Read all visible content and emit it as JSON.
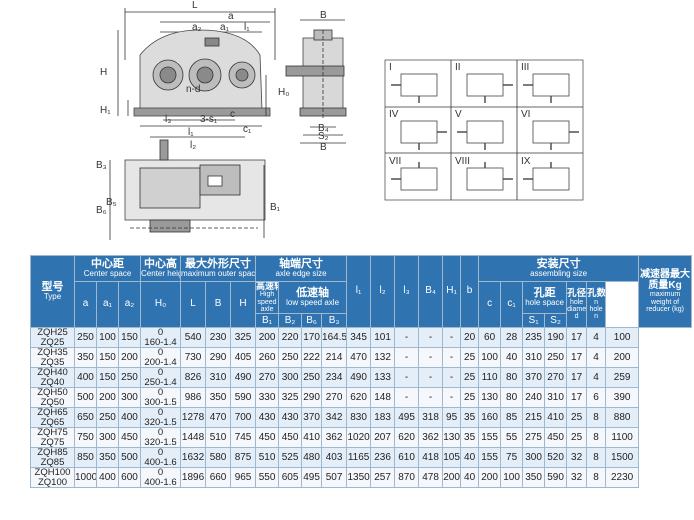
{
  "drawing_labels": {
    "L": "L",
    "a": "a",
    "a2": "a₂",
    "a1": "a₁",
    "l1_top": "l₁",
    "H": "H",
    "nd": "n-d",
    "H0": "H₀",
    "H1": "H₁",
    "l3": "l₃",
    "s3": "3-s₁",
    "c": "c",
    "c1": "c₁",
    "l1": "l₁",
    "l2": "l₂",
    "B_side": "B",
    "B4": "B₄",
    "S2": "S₂",
    "B_bottom": "B",
    "B3": "B₃",
    "B6": "B₆",
    "B5": "B₅",
    "B1": "B₁",
    "assembly_forms": [
      "I",
      "II",
      "III",
      "IV",
      "V",
      "VI",
      "VII",
      "VIII",
      "IX"
    ]
  },
  "table": {
    "headers": {
      "type_cn": "型号",
      "type_en": "Type",
      "center_cn": "中心距",
      "center_en": "Center space",
      "height_cn": "中心高",
      "height_en": "Center height",
      "outer_cn": "最大外形尺寸",
      "outer_en": "maximum outer space",
      "axle_cn": "轴端尺寸",
      "axle_en": "axle edge size",
      "high_cn": "高速轴",
      "high_en": "High speed axle",
      "low_cn": "低速轴",
      "low_en": "low speed axle",
      "assembly_cn": "安装尺寸",
      "assembly_en": "assembling size",
      "holespace_cn": "孔距",
      "holespace_en": "hole space",
      "holedia_cn": "孔径",
      "holedia_en": "hole diameter d",
      "holenum_cn": "孔数",
      "holenum_en": "n hole n",
      "weight_cn": "减速器最大质量Kg",
      "weight_en": "maximum weight of reducer (kg)",
      "sym": {
        "a": "a",
        "a1": "a₁",
        "a2": "a₂",
        "H0": "H₀",
        "L": "L",
        "B": "B",
        "H": "H",
        "B1": "B₁",
        "B2": "B₂",
        "B6": "B₆",
        "B3": "B₃",
        "l1": "l₁",
        "l2": "l₂",
        "l3": "l₃",
        "B4": "B₄",
        "H1": "H₁",
        "b": "b",
        "c": "c",
        "c1": "c₁",
        "S1": "S₁",
        "S2": "S₂"
      }
    },
    "rows": [
      {
        "t1": "ZQH25",
        "t2": "ZQ25",
        "a": "250",
        "a1": "100",
        "a2": "150",
        "h0a": "0",
        "h0b": "160-1.4",
        "L": "540",
        "B": "230",
        "H": "325",
        "B1": "200",
        "B2": "220",
        "B6": "170",
        "B3": "164.5",
        "l1": "345",
        "l2": "101",
        "l3": "-",
        "B4": "-",
        "H1": "-",
        "b": "20",
        "c": "60",
        "c1": "28",
        "S1": "235",
        "S2": "190",
        "d": "17",
        "n": "4",
        "kg": "100"
      },
      {
        "t1": "ZQH35",
        "t2": "ZQ35",
        "a": "350",
        "a1": "150",
        "a2": "200",
        "h0a": "0",
        "h0b": "200-1.4",
        "L": "730",
        "B": "290",
        "H": "405",
        "B1": "260",
        "B2": "250",
        "B6": "222",
        "B3": "214",
        "l1": "470",
        "l2": "132",
        "l3": "-",
        "B4": "-",
        "H1": "-",
        "b": "25",
        "c": "100",
        "c1": "40",
        "S1": "310",
        "S2": "250",
        "d": "17",
        "n": "4",
        "kg": "200"
      },
      {
        "t1": "ZQH40",
        "t2": "ZQ40",
        "a": "400",
        "a1": "150",
        "a2": "250",
        "h0a": "0",
        "h0b": "250-1.4",
        "L": "826",
        "B": "310",
        "H": "490",
        "B1": "270",
        "B2": "300",
        "B6": "250",
        "B3": "234",
        "l1": "490",
        "l2": "133",
        "l3": "-",
        "B4": "-",
        "H1": "-",
        "b": "25",
        "c": "110",
        "c1": "80",
        "S1": "370",
        "S2": "270",
        "d": "17",
        "n": "4",
        "kg": "259"
      },
      {
        "t1": "ZQH50",
        "t2": "ZQ50",
        "a": "500",
        "a1": "200",
        "a2": "300",
        "h0a": "0",
        "h0b": "300-1.5",
        "L": "986",
        "B": "350",
        "H": "590",
        "B1": "330",
        "B2": "325",
        "B6": "290",
        "B3": "270",
        "l1": "620",
        "l2": "148",
        "l3": "-",
        "B4": "-",
        "H1": "-",
        "b": "25",
        "c": "130",
        "c1": "80",
        "S1": "240",
        "S2": "310",
        "d": "17",
        "n": "6",
        "kg": "390"
      },
      {
        "t1": "ZQH65",
        "t2": "ZQ65",
        "a": "650",
        "a1": "250",
        "a2": "400",
        "h0a": "0",
        "h0b": "320-1.5",
        "L": "1278",
        "B": "470",
        "H": "700",
        "B1": "430",
        "B2": "430",
        "B6": "370",
        "B3": "342",
        "l1": "830",
        "l2": "183",
        "l3": "495",
        "B4": "318",
        "H1": "95",
        "b": "35",
        "c": "160",
        "c1": "85",
        "S1": "215",
        "S2": "410",
        "d": "25",
        "n": "8",
        "kg": "880"
      },
      {
        "t1": "ZQH75",
        "t2": "ZQ75",
        "a": "750",
        "a1": "300",
        "a2": "450",
        "h0a": "0",
        "h0b": "320-1.5",
        "L": "1448",
        "B": "510",
        "H": "745",
        "B1": "450",
        "B2": "450",
        "B6": "410",
        "B3": "362",
        "l1": "1020",
        "l2": "207",
        "l3": "620",
        "B4": "362",
        "H1": "130",
        "b": "35",
        "c": "155",
        "c1": "55",
        "S1": "275",
        "S2": "450",
        "d": "25",
        "n": "8",
        "kg": "1100"
      },
      {
        "t1": "ZQH85",
        "t2": "ZQ85",
        "a": "850",
        "a1": "350",
        "a2": "500",
        "h0a": "0",
        "h0b": "400-1.6",
        "L": "1632",
        "B": "580",
        "H": "875",
        "B1": "510",
        "B2": "525",
        "B6": "480",
        "B3": "403",
        "l1": "1165",
        "l2": "236",
        "l3": "610",
        "B4": "418",
        "H1": "105",
        "b": "40",
        "c": "155",
        "c1": "75",
        "S1": "300",
        "S2": "520",
        "d": "32",
        "n": "8",
        "kg": "1500"
      },
      {
        "t1": "ZQH100",
        "t2": "ZQ100",
        "a": "1000",
        "a1": "400",
        "a2": "600",
        "h0a": "0",
        "h0b": "400-1.6",
        "L": "1896",
        "B": "660",
        "H": "965",
        "B1": "550",
        "B2": "605",
        "B6": "495",
        "B3": "507",
        "l1": "1350",
        "l2": "257",
        "l3": "870",
        "B4": "478",
        "H1": "200",
        "b": "40",
        "c": "200",
        "c1": "100",
        "S1": "350",
        "S2": "590",
        "d": "32",
        "n": "8",
        "kg": "2230"
      }
    ]
  }
}
